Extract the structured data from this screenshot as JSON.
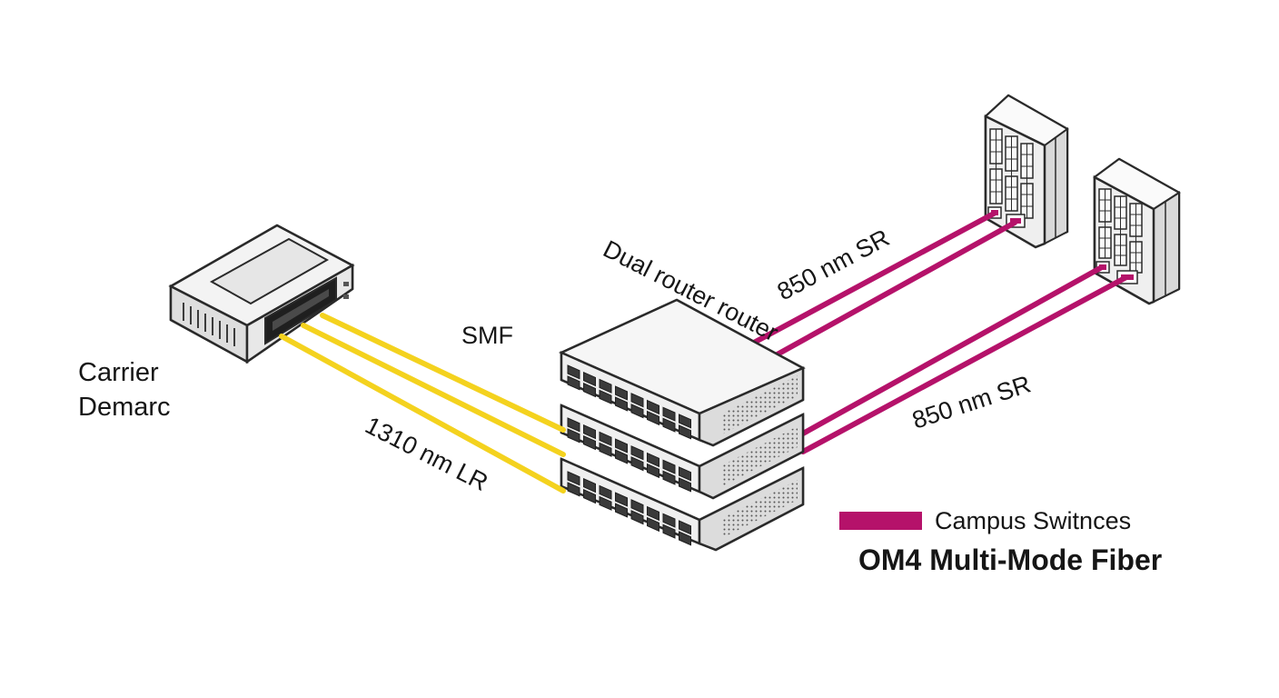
{
  "labels": {
    "carrier_line1": "Carrier",
    "carrier_line2": "Demarc",
    "smf": "SMF",
    "lr": "1310 nm LR",
    "router": "Dual router router",
    "sr_top": "850 nm SR",
    "sr_mid": "850 nm SR"
  },
  "legend": {
    "entry": "Campus Switnces",
    "title": "OM4 Multi-Mode Fiber"
  },
  "colors": {
    "smf_fiber": "#f4d21e",
    "mmf_fiber": "#b5126a",
    "device_fill": "#ededed",
    "device_stroke": "#2a2a2a"
  },
  "icons": {
    "demarc": "carrier-demarc-box-icon",
    "router_stack": "router-stack-icon",
    "campus_switch": "campus-switch-building-icon"
  }
}
